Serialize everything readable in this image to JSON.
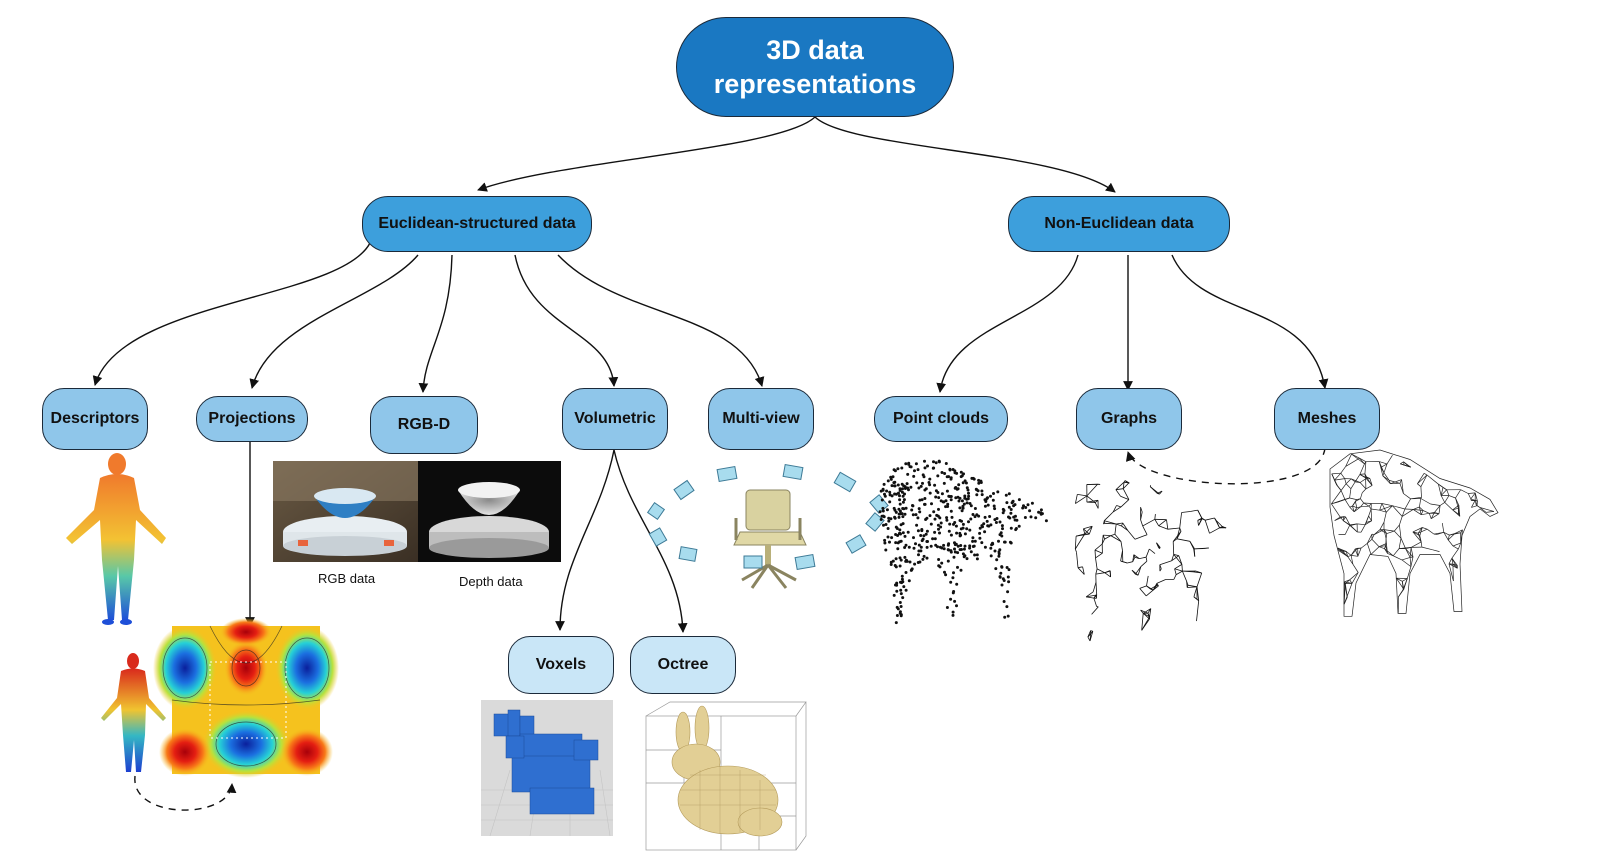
{
  "root": {
    "line1": "3D data",
    "line2": "representations"
  },
  "branches": {
    "euclidean": "Euclidean-structured data",
    "non_euclidean": "Non-Euclidean data"
  },
  "euclidean_children": {
    "descriptors": "Descriptors",
    "projections": "Projections",
    "rgbd": "RGB-D",
    "volumetric": "Volumetric",
    "multiview": "Multi-view"
  },
  "volumetric_children": {
    "voxels": "Voxels",
    "octree": "Octree"
  },
  "non_euclidean_children": {
    "point_clouds": "Point clouds",
    "graphs": "Graphs",
    "meshes": "Meshes"
  },
  "captions": {
    "rgb": "RGB data",
    "depth": "Depth data"
  },
  "colors": {
    "root": "#1a78c2",
    "level1": "#3d9fdc",
    "level2": "#8fc6ea",
    "level3": "#c9e6f7"
  }
}
